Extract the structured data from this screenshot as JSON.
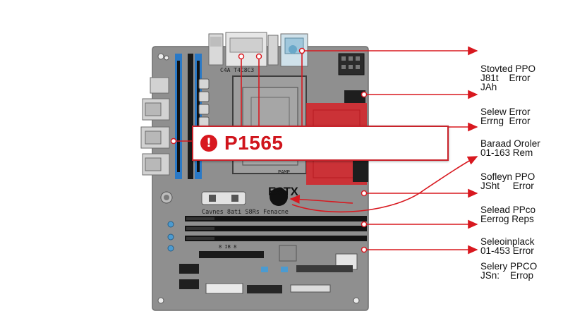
{
  "error": {
    "code": "P1565",
    "icon": "exclamation-icon",
    "icon_glyph": "!"
  },
  "brand": "ESTX",
  "board_labels": {
    "io_top": "C4A T4C8C3",
    "slot_caption": "Cavnes 8ati S8Rs Fenacne",
    "chip_mark": "PAMP",
    "header_marks": "8 IB 8"
  },
  "callouts": [
    {
      "lines": [
        "Stovted PPO",
        "J81t    Error",
        "JAh"
      ]
    },
    {
      "lines": [
        "Selew Error",
        "Errng  Error"
      ]
    },
    {
      "lines": [
        "Baraad Oroler",
        "01-163 Rem"
      ]
    },
    {
      "lines": [
        "Sofleyn PPO",
        "JSht     Error"
      ]
    },
    {
      "lines": [
        "Selead PPco",
        "Eerrog Reps"
      ]
    },
    {
      "lines": [
        "Seleoinplack",
        "01-453 Error"
      ]
    },
    {
      "lines": [
        "Selery PPCO",
        "JSn:    Errop"
      ]
    }
  ],
  "colors": {
    "board": "#8d8d8d",
    "accent_red": "#d8181f",
    "slot_black": "#141414",
    "dimm_blue": "#2a79c6"
  }
}
